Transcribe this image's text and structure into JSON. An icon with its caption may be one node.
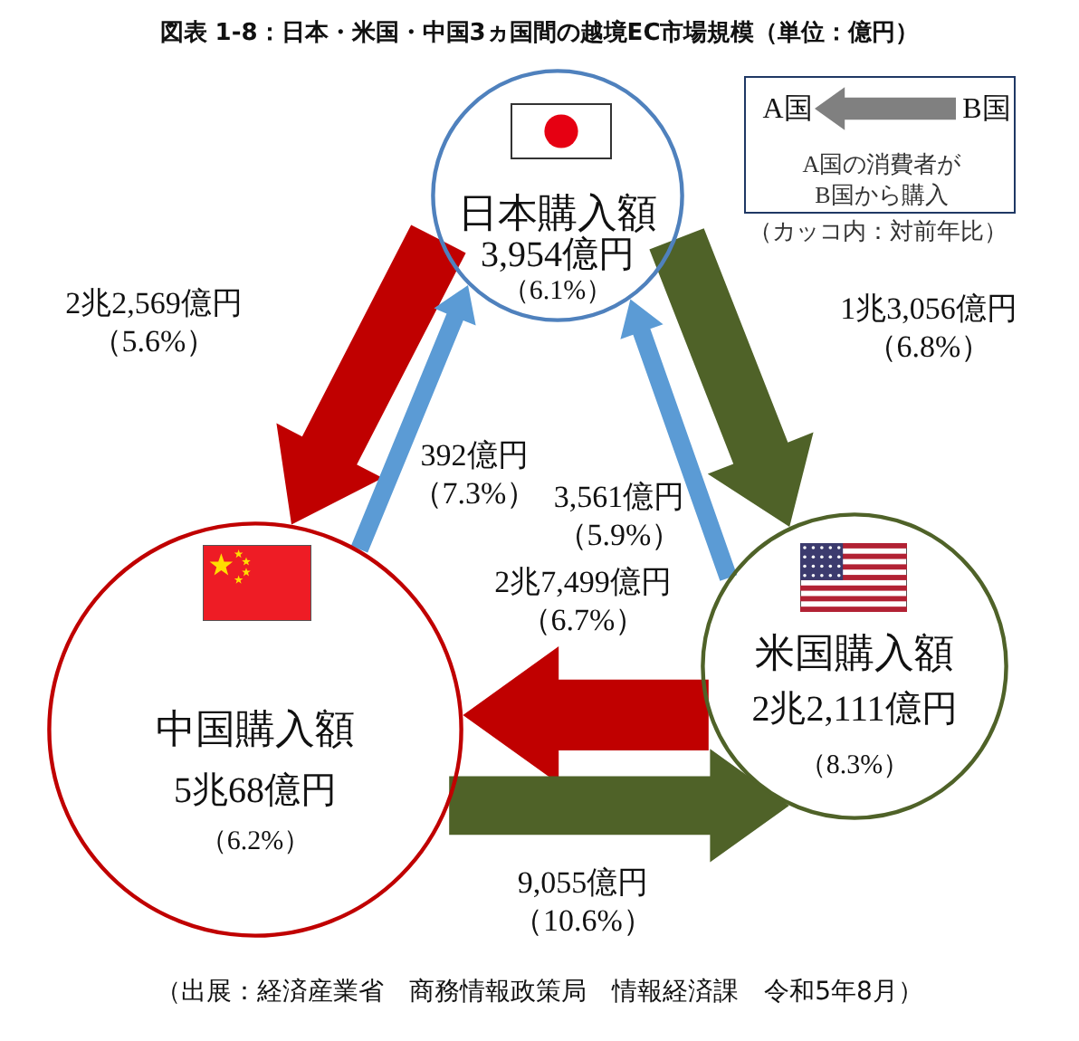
{
  "diagram": {
    "title": "図表 1-8：日本・米国・中国3ヵ国間の越境EC市場規模（単位：億円）",
    "caption": "（出展：経済産業省　商務情報政策局　情報経済課　令和5年8月）",
    "nodes": [
      {
        "text": [
          "日本購入額",
          "3,954億円",
          "（6.1%）"
        ]
      },
      {
        "text": [
          "A国の消費者がB国から購入"
        ]
      },
      {
        "text": [
          "A国"
        ],
        "in": 1
      },
      {
        "text": [
          "B国"
        ],
        "in": 1
      },
      {
        "text": [
          "中国購入額",
          "5兆68億円",
          "（6.2%）"
        ]
      },
      {
        "text": [
          "米国購入額",
          "2兆2,111億円",
          "（8.3%）"
        ]
      }
    ],
    "edges": [
      {
        "from": 0,
        "to": 4,
        "arrow": "to",
        "label": "2兆2,569億円（5.6%）",
        "style": "thick",
        "color": "#c00000"
      },
      {
        "from": 4,
        "to": 0,
        "arrow": "to",
        "label": "392億円（7.3%）",
        "color": "#5b9bd5"
      },
      {
        "from": 0,
        "to": 5,
        "arrow": "to",
        "label": "1兆3,056億円（6.8%）",
        "style": "thick",
        "color": "#4f6228"
      },
      {
        "from": 5,
        "to": 0,
        "arrow": "to",
        "label": "3,561億円（5.9%）",
        "color": "#5b9bd5"
      },
      {
        "from": 5,
        "to": 4,
        "arrow": "to",
        "label": "2兆7,499億円（6.7%）",
        "style": "thick",
        "color": "#c00000"
      },
      {
        "from": 4,
        "to": 5,
        "arrow": "to",
        "label": "9,055億円（10.6%）",
        "style": "thick",
        "color": "#4f6228"
      },
      {
        "from": 3,
        "to": 2,
        "arrow": "to",
        "style": "thick",
        "color": "#808080"
      }
    ],
    "labels": [
      "（カッコ内：対前年比）"
    ]
  }
}
